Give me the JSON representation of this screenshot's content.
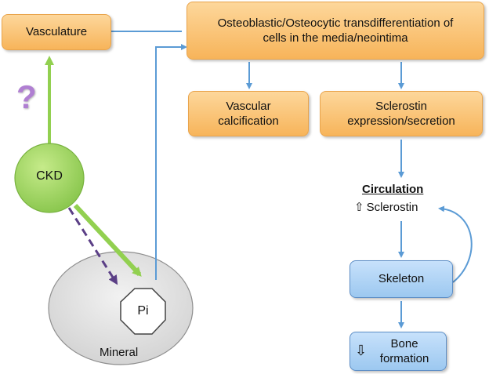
{
  "diagram": {
    "nodes": {
      "vasculature": "Vasculature",
      "transdiff": "Osteoblastic/Osteocytic transdifferentiation of cells in the media/neointima",
      "vascular_calcification": "Vascular calcification",
      "sclerostin_expression": "Sclerostin expression/secretion",
      "ckd": "CKD",
      "pi": "Pi",
      "mineral": "Mineral",
      "circulation_title": "Circulation",
      "circulation_sclerostin": "Sclerostin",
      "skeleton": "Skeleton",
      "bone_formation": "Bone formation"
    },
    "symbols": {
      "question_mark": "?",
      "up_arrow": "⇧",
      "down_arrow": "⇩"
    },
    "colors": {
      "orange_fill": "#fbc46e",
      "blue_fill": "#a9cff3",
      "green": "#92d050",
      "purple_dashed": "#5b3f86",
      "connector_blue": "#5b9bd5",
      "question_purple": "#b07fd2"
    }
  }
}
